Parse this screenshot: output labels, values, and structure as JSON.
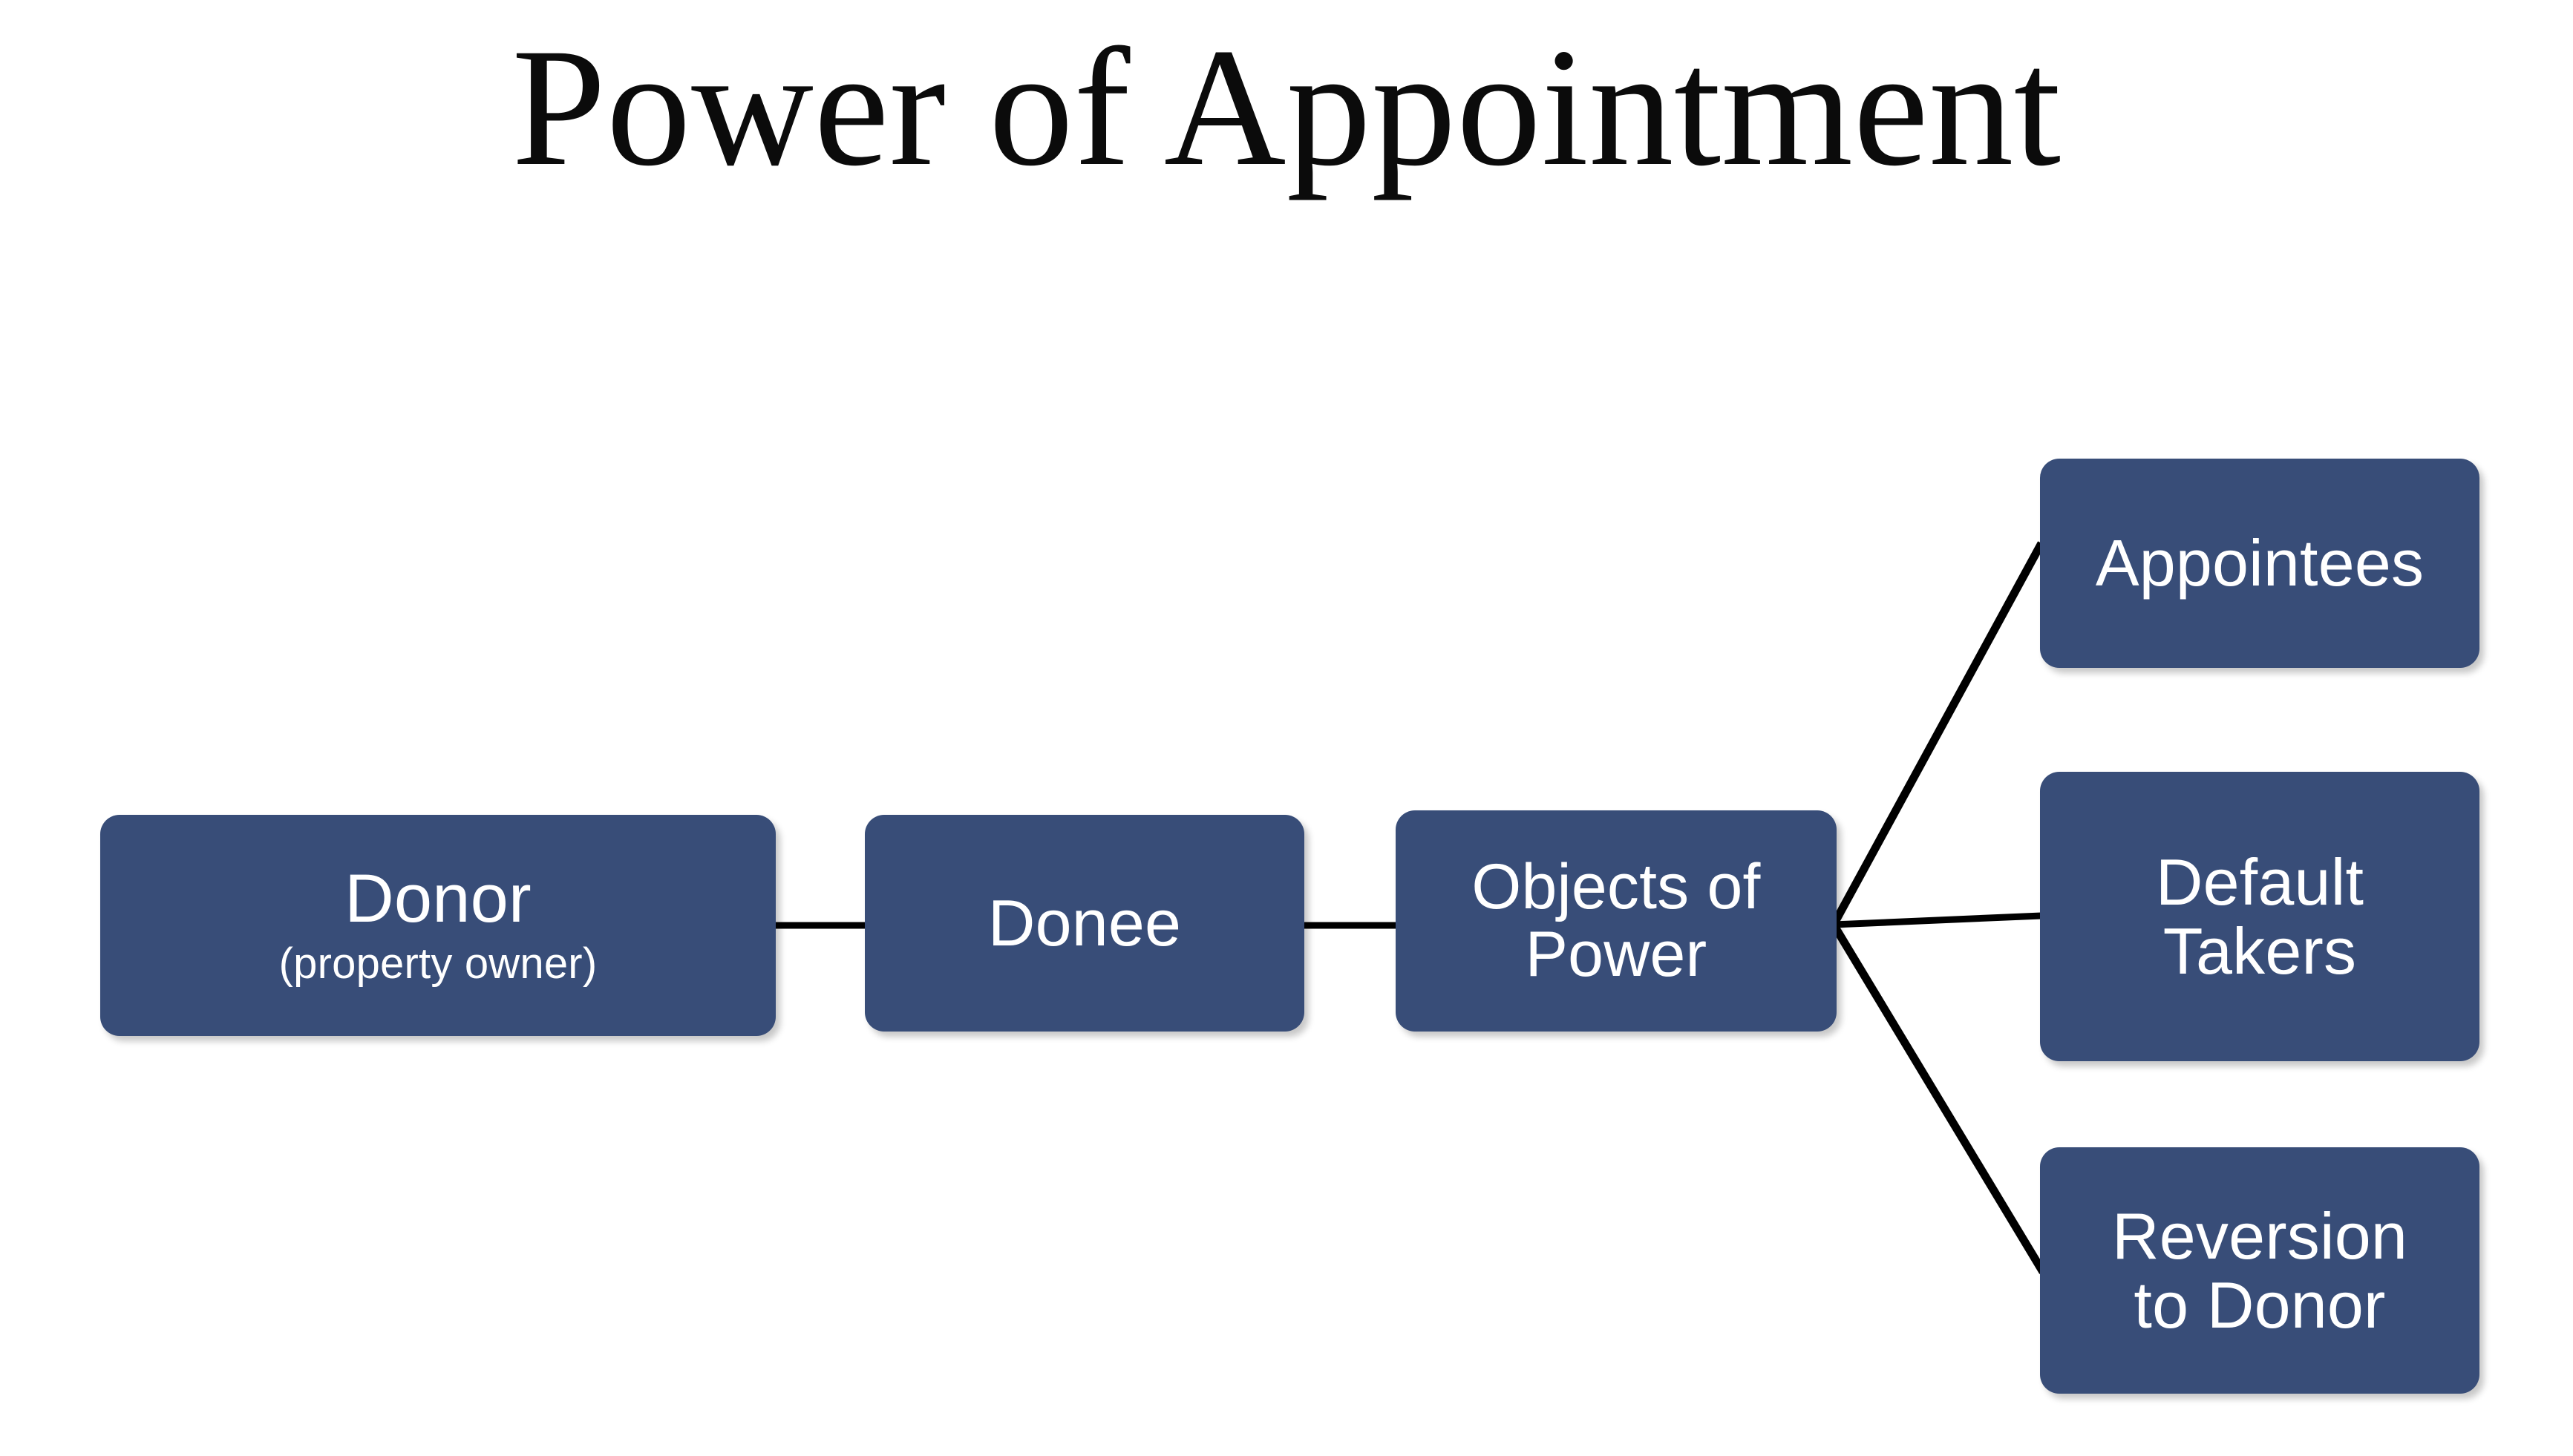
{
  "slide": {
    "title": "Power of Appointment",
    "background_color": "#FFFFFF",
    "node_fill_color": "#384D78",
    "node_text_color": "#FFFFFF",
    "connector_color": "#000000"
  },
  "nodes": {
    "donor": {
      "label": "Donor",
      "sublabel": "(property owner)"
    },
    "donee": {
      "label": "Donee"
    },
    "objects": {
      "label": "Objects of\nPower"
    },
    "appointees": {
      "label": "Appointees"
    },
    "default_takers": {
      "label": "Default\nTakers"
    },
    "reversion": {
      "label": "Reversion\nto Donor"
    }
  },
  "connectors": [
    {
      "name": "donor-to-donee",
      "from": "donor",
      "to": "donee"
    },
    {
      "name": "donee-to-objects",
      "from": "donee",
      "to": "objects"
    },
    {
      "name": "objects-to-appointees",
      "from": "objects",
      "to": "appointees"
    },
    {
      "name": "objects-to-default-takers",
      "from": "objects",
      "to": "default_takers"
    },
    {
      "name": "objects-to-reversion",
      "from": "objects",
      "to": "reversion"
    }
  ]
}
